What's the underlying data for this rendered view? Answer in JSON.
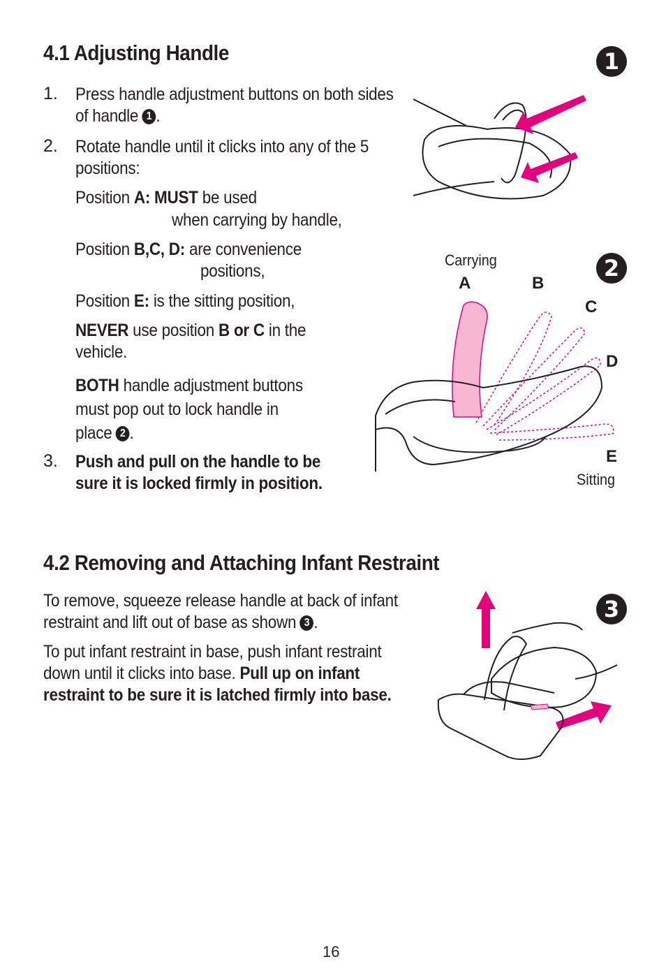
{
  "section1": {
    "heading": "4.1 Adjusting Handle",
    "step1": {
      "num": "1.",
      "text": "Press handle adjustment buttons on both sides of handle",
      "ref": "1",
      "end": "."
    },
    "step2": {
      "num": "2.",
      "text": "Rotate handle until it clicks into any of the 5 positions:"
    },
    "posA": {
      "pre": "Position ",
      "bold": "A: MUST",
      "post": " be used",
      "line2": "when carrying by handle,"
    },
    "posBCD": {
      "pre": "Position ",
      "bold": "B,C, D:",
      "post": " are convenience",
      "line2": "positions,"
    },
    "posE": {
      "pre": "Position ",
      "bold": "E:",
      "post": " is the sitting position,"
    },
    "never": {
      "bold1": "NEVER",
      "mid": " use position ",
      "bold2": "B or C",
      "post": " in the vehicle."
    },
    "both": {
      "bold": "BOTH",
      "post": " handle adjustment buttons must pop out to lock handle in place",
      "ref": "2",
      "end": "."
    },
    "step3": {
      "num": "3.",
      "text": "Push and pull on the handle to be sure it is locked firmly in position."
    }
  },
  "section2": {
    "heading": "4.2 Removing and Attaching Infant Restraint",
    "para1": {
      "text": "To remove, squeeze release handle at back of infant restraint and lift out of base as shown",
      "ref": "3",
      "end": "."
    },
    "para2": {
      "text": "To put infant restraint in base, push infant restraint down until it clicks into base. ",
      "bold": "Pull up on infant restraint to be sure it is latched firmly into base."
    }
  },
  "figures": {
    "fig1_number": "1",
    "fig2_number": "2",
    "fig3_number": "3",
    "labels": {
      "carrying": "Carrying",
      "a": "A",
      "b": "B",
      "c": "C",
      "d": "D",
      "e": "E",
      "sitting": "Sitting"
    }
  },
  "colors": {
    "accent_magenta": "#e5007e",
    "handle_fill": "#f7b6d2",
    "ink": "#231f20"
  },
  "page_number": "16"
}
